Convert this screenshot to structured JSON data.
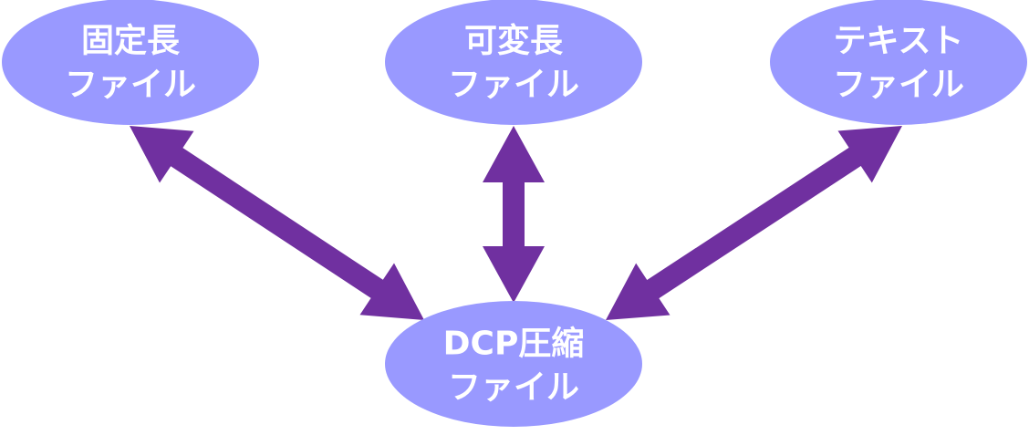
{
  "colors": {
    "node_fill": "#9999ff",
    "arrow": "#7030a0",
    "label": "#ffffff"
  },
  "nodes": [
    {
      "id": "fixed-length-file",
      "lines": [
        "固定長",
        "ファイル"
      ]
    },
    {
      "id": "variable-length-file",
      "lines": [
        "可変長",
        "ファイル"
      ]
    },
    {
      "id": "text-file",
      "lines": [
        "テキスト",
        "ファイル"
      ]
    },
    {
      "id": "dcp-compressed-file",
      "lines": [
        "DCP圧縮",
        "ファイル"
      ]
    }
  ],
  "edges": [
    {
      "from": "fixed-length-file",
      "to": "dcp-compressed-file",
      "direction": "both"
    },
    {
      "from": "variable-length-file",
      "to": "dcp-compressed-file",
      "direction": "both"
    },
    {
      "from": "text-file",
      "to": "dcp-compressed-file",
      "direction": "both"
    }
  ]
}
